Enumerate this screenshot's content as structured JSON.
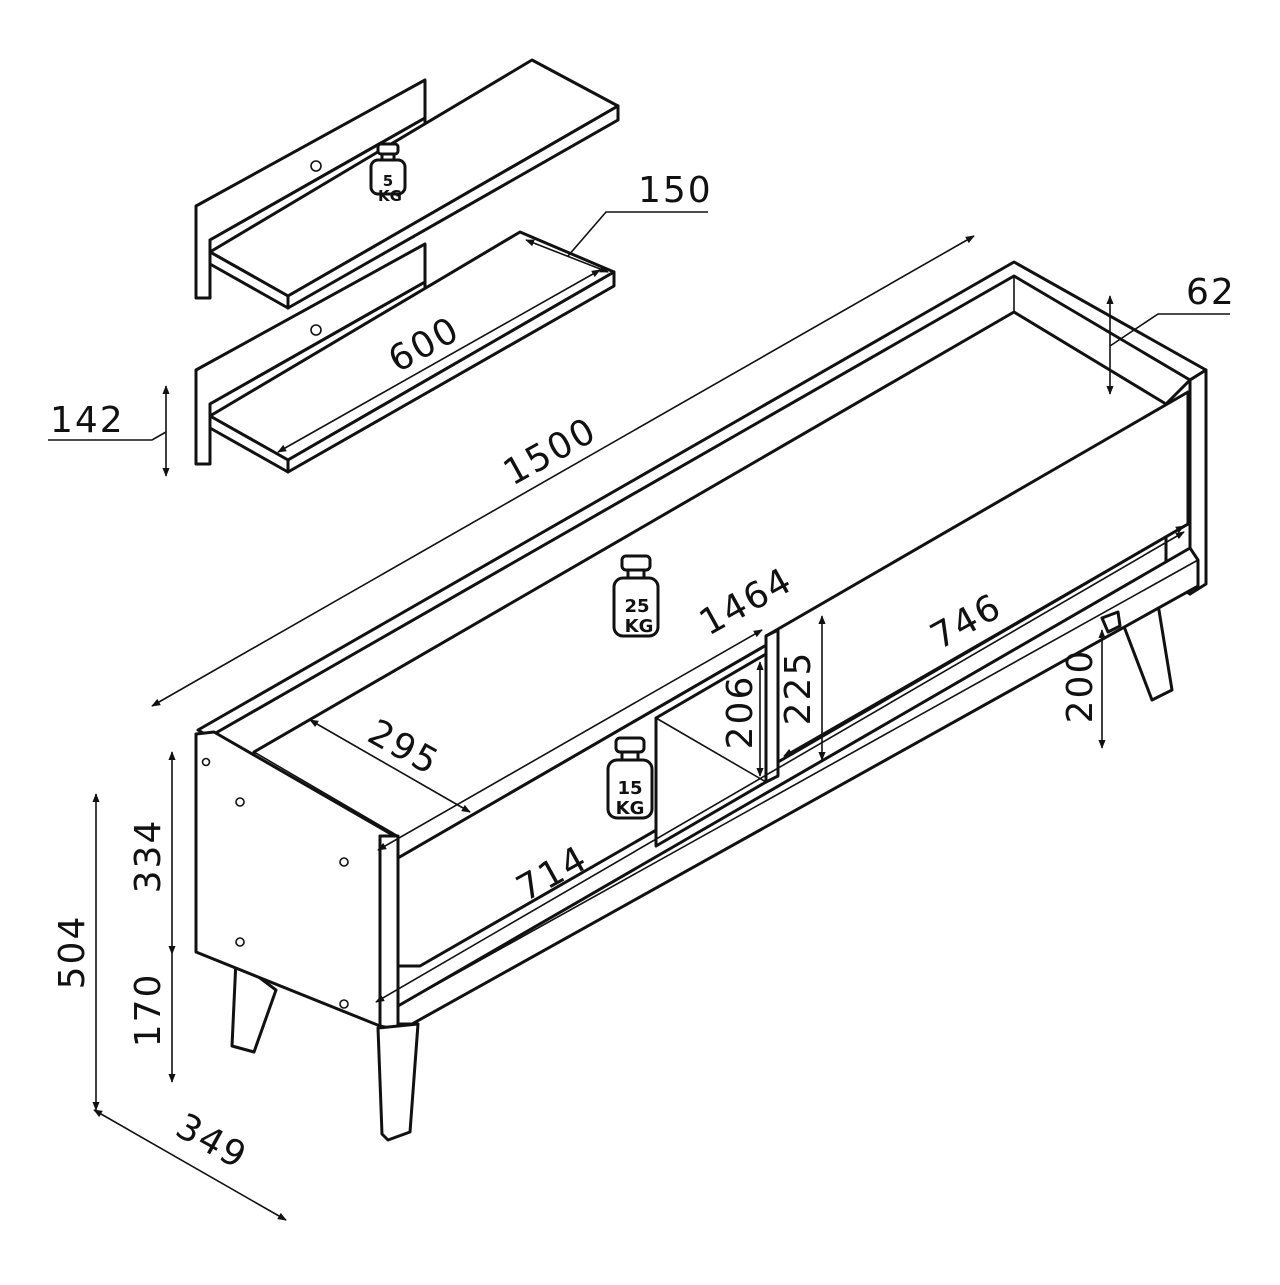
{
  "dimensions": {
    "shelf_depth": "150",
    "shelf_length": "600",
    "shelf_height": "142",
    "total_length": "1500",
    "top_thickness": "62",
    "inner_length": "1464",
    "door_width": "746",
    "compartment_depth": "295",
    "opening_height": "206",
    "door_height": "225",
    "leg_height": "200",
    "side_upper_height": "334",
    "side_lower_height": "170",
    "total_height": "504",
    "total_depth": "349",
    "bottom_length": "714"
  },
  "weights": {
    "shelf": {
      "value": "5",
      "unit": "KG"
    },
    "top": {
      "value": "25",
      "unit": "KG"
    },
    "compartment": {
      "value": "15",
      "unit": "KG"
    }
  }
}
